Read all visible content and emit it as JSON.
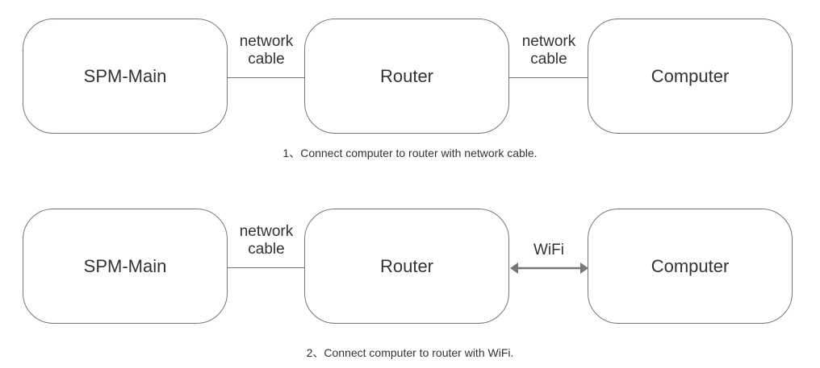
{
  "diagram1": {
    "nodes": [
      "SPM-Main",
      "Router",
      "Computer"
    ],
    "edge1_label": "network\ncable",
    "edge1_l1": "network",
    "edge1_l2": "cable",
    "edge2_l1": "network",
    "edge2_l2": "cable",
    "caption": "1、Connect computer to router with network cable."
  },
  "diagram2": {
    "nodes": [
      "SPM-Main",
      "Router",
      "Computer"
    ],
    "edge1_l1": "network",
    "edge1_l2": "cable",
    "edge2_label": "WiFi",
    "caption": "2、Connect computer to router with WiFi."
  }
}
